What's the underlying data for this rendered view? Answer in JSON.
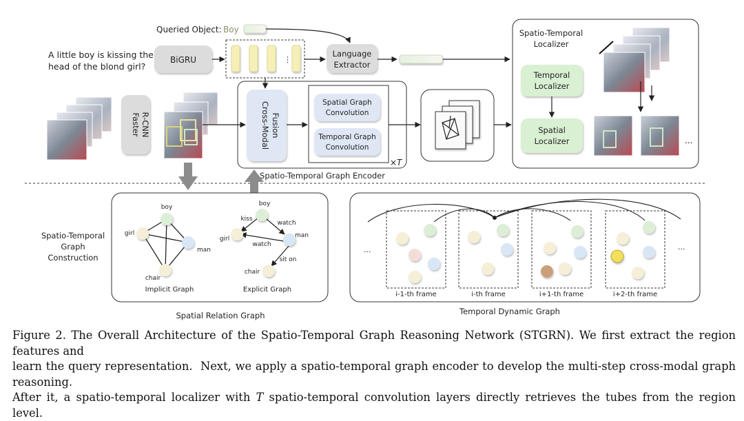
{
  "query": {
    "label": "Queried Object:",
    "object": "Boy",
    "sentence_line1": "A little boy is kissing the",
    "sentence_line2": "head of the blond girl?"
  },
  "modules": {
    "bigru": "BiGRU",
    "language_extractor_1": "Language",
    "language_extractor_2": "Extractor",
    "faster_rcnn_1": "Faster",
    "faster_rcnn_2": "R-CNN",
    "cross_modal_1": "Cross-Modal",
    "cross_modal_2": "Fusion",
    "spatial_conv_1": "Spatial Graph",
    "spatial_conv_2": "Convolution",
    "temporal_conv_1": "Temporal Graph",
    "temporal_conv_2": "Convolution",
    "times_t": "×T",
    "encoder_title": "Spatio-Temporal Graph Encoder",
    "localizer_title_1": "Spatio-Temporal",
    "localizer_title_2": "Localizer",
    "temporal_localizer_1": "Temporal",
    "temporal_localizer_2": "Localizer",
    "spatial_localizer_1": "Spatial",
    "spatial_localizer_2": "Localizer",
    "ellipsis": "...",
    "vdots": "⋮"
  },
  "construction": {
    "label_1": "Spatio-Temporal",
    "label_2": "Graph",
    "label_3": "Construction"
  },
  "implicit_graph": {
    "title": "Implicit Graph",
    "nodes": {
      "boy": "boy",
      "girl": "girl",
      "man": "man",
      "chair": "chair"
    }
  },
  "explicit_graph": {
    "title": "Explicit Graph",
    "nodes": {
      "boy": "boy",
      "girl": "girl",
      "man": "man",
      "chair": "chair"
    },
    "edges": {
      "kiss": "kiss",
      "watch_top": "watch",
      "watch_mid": "watch",
      "sit_on": "sit on"
    }
  },
  "spatial_relation_graph": {
    "title": "Spatial Relation Graph"
  },
  "temporal_dynamic_graph": {
    "title": "Temporal Dynamic Graph",
    "frames": [
      "i-1-th frame",
      "i-th frame",
      "i+1-th frame",
      "i+2-th frame"
    ],
    "ellipsis": "..."
  },
  "caption": {
    "line1": "Figure 2. The Overall Architecture of the Spatio-Temporal Graph Reasoning Network (STGRN). We first extract the region features and",
    "line2": "learn the query representation.  Next, we apply a spatio-temporal graph encoder to develop the multi-step cross-modal graph reasoning.",
    "line3_pre": "After it, a spatio-temporal localizer with ",
    "line3_t": "T",
    "line3_post": " spatio-temporal convolution layers directly retrieves the tubes from the region level."
  },
  "colors": {
    "module_gray": "#dcdcdc",
    "module_blue": "#dfe7f5",
    "module_green": "#d9f0d3",
    "feature_yellow": "#f6efb8",
    "node_green": "#dcefd6",
    "node_cream": "#f6efd8",
    "node_blue": "#d8e6f6",
    "node_pink": "#f5dcd8",
    "node_yellow": "#f3e05a",
    "node_brown": "#caa07a"
  }
}
